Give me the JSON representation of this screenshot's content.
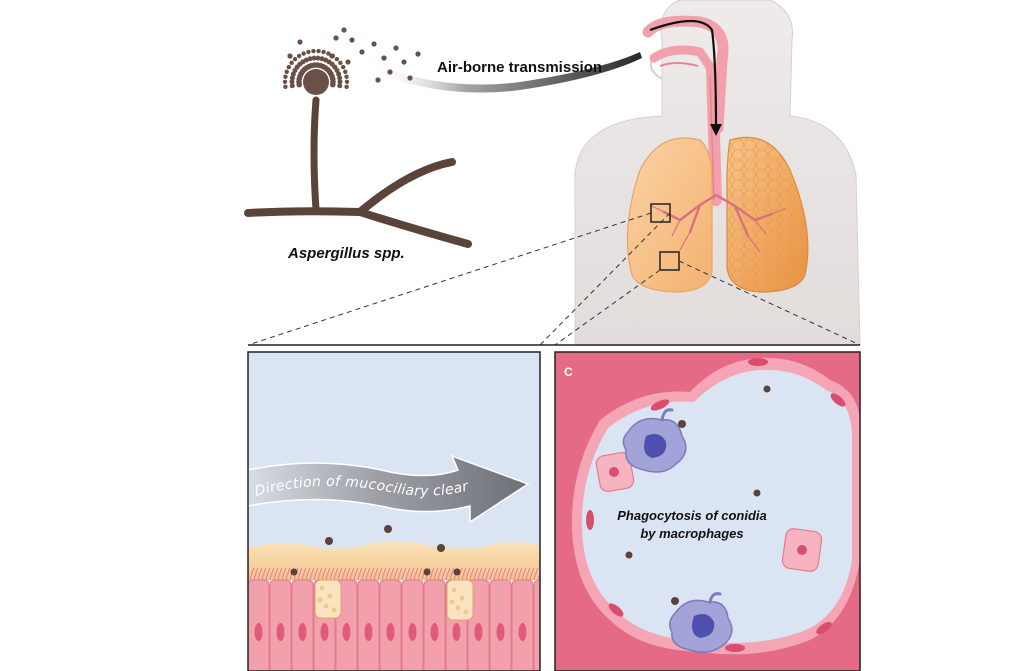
{
  "labels": {
    "transmission": "Air-borne transmission",
    "fungus": "Aspergillus spp.",
    "mucociliary": "Direction of mucociliary clearance",
    "panel_c_letter": "C",
    "phagocytosis_line1": "Phagocytosis of conidia",
    "phagocytosis_line2": "by macrophages"
  },
  "colors": {
    "fungus_brown": "#5a4338",
    "lung_orange": "#f5b979",
    "airway_pink": "#f2a0ac",
    "tissue_pink": "#e46a85",
    "alveolar_lumen": "#dbe4f3",
    "macrophage": "#8f8fcf"
  }
}
